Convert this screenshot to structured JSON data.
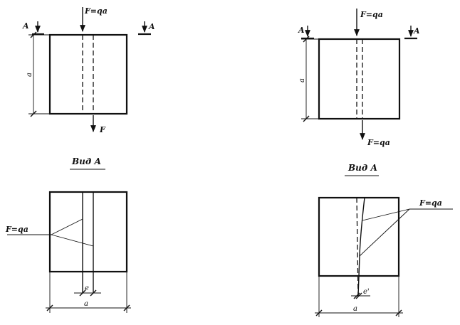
{
  "left": {
    "section_label": "A",
    "force_top": "F=qa",
    "force_bottom": "F",
    "dim_vertical": "a",
    "view_title": "Вид А",
    "force_view": "F=qa",
    "dim_e": "e",
    "dim_a": "a"
  },
  "right": {
    "section_label": "A",
    "force_top": "F=qa",
    "force_bottom": "F=qa",
    "dim_vertical": "a",
    "view_title": "Вид А",
    "force_view": "F=qa",
    "dim_e": "e'",
    "dim_a": "a"
  }
}
